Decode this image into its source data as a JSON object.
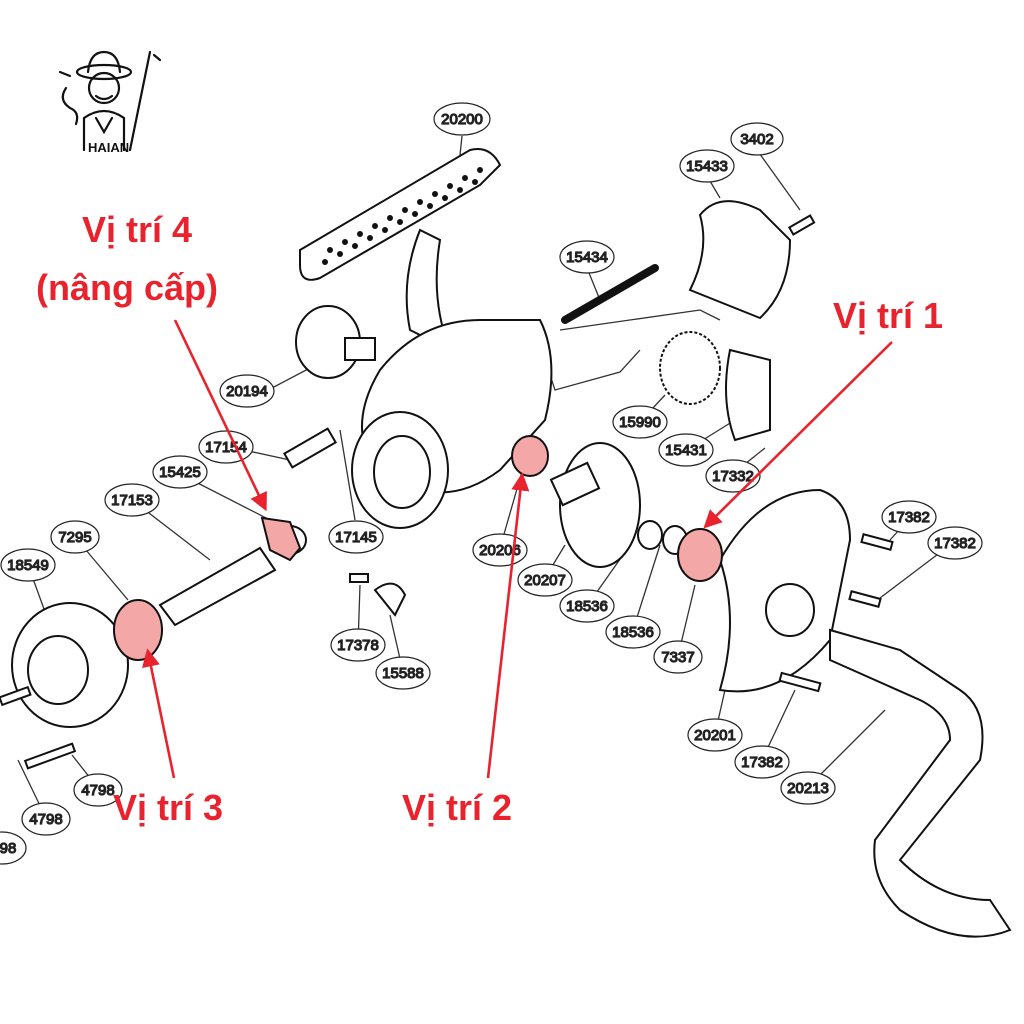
{
  "logo": {
    "text": "HAIAN"
  },
  "part_labels": {
    "p20200": "20200",
    "p3402": "3402",
    "p15433": "15433",
    "p15434": "15434",
    "p20194": "20194",
    "p15990": "15990",
    "p15431": "15431",
    "p17154": "17154",
    "p17332": "17332",
    "p15425": "15425",
    "p17153": "17153",
    "p17145": "17145",
    "p17382a": "17382",
    "p17382b": "17382",
    "p7295": "7295",
    "p18549": "18549",
    "p20206": "20206",
    "p20207": "20207",
    "p18536a": "18536",
    "p18536b": "18536",
    "p7337": "7337",
    "p17378": "17378",
    "p15588": "15588",
    "p20201": "20201",
    "p17382c": "17382",
    "p20213": "20213",
    "p4798a": "4798",
    "p4798b": "4798",
    "p4798c": "98"
  },
  "callouts": {
    "pos1": "Vị trí 1",
    "pos2": "Vị trí 2",
    "pos3": "Vị trí 3",
    "pos4_line1": "Vị trí 4",
    "pos4_line2": "(nâng cấp)"
  },
  "colors": {
    "accent": "#e8232d",
    "highlight": "#f4a7a7",
    "line": "#222222"
  }
}
